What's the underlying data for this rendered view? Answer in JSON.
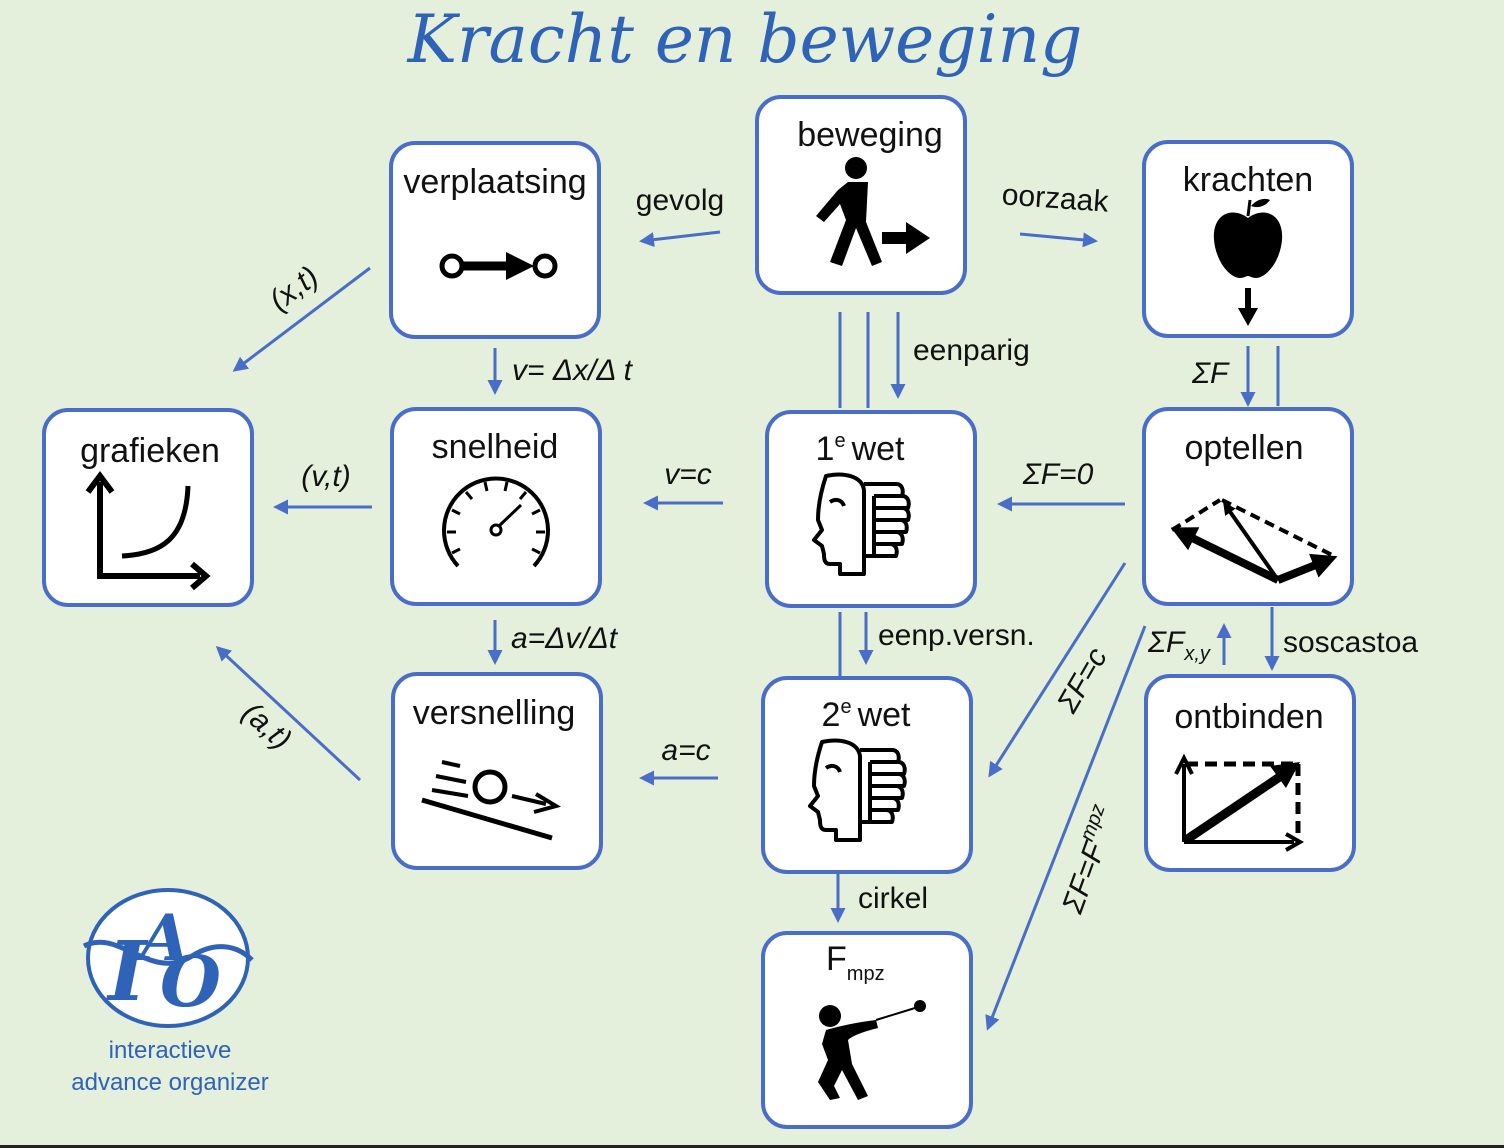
{
  "title": "Kracht en beweging",
  "boxes": {
    "beweging": "beweging",
    "verplaatsing": "verplaatsing",
    "krachten": "krachten",
    "grafieken": "grafieken",
    "snelheid": "snelheid",
    "wet1_num": "1",
    "wet1_sup": "e",
    "wet1_word": "wet",
    "optellen": "optellen",
    "versnelling": "versnelling",
    "wet2_num": "2",
    "wet2_sup": "e",
    "wet2_word": "wet",
    "ontbinden": "ontbinden",
    "fmpz_main": "F",
    "fmpz_sub": "mpz"
  },
  "edges": {
    "gevolg": "gevolg",
    "oorzaak": "oorzaak",
    "xt": "(x,t)",
    "v_formula": "v= Δx/Δ t",
    "eenparig": "eenparig",
    "sigmaF": "ΣF",
    "vt": "(v,t)",
    "v_c": "v=c",
    "sigmaF0": "ΣF=0",
    "a_formula": "a=Δv/Δt",
    "eenp_versn": "eenp.versn.",
    "sigmaFxy_main": "ΣF",
    "sigmaFxy_sub": "x,y",
    "soscastoa": "soscastoa",
    "sigmaFc": "ΣF=c",
    "at": "(a,t)",
    "a_c": "a=c",
    "cirkel": "cirkel",
    "sigmaFmpz_main": "ΣF=F",
    "sigmaFmpz_sub": "mpz"
  },
  "logo": {
    "line1": "interactieve",
    "line2": "advance organizer"
  },
  "colors": {
    "background": "#e4efdc",
    "accent": "#4a6ec8",
    "title": "#2f63b8"
  },
  "icons": {
    "beweging": "walking-person-icon",
    "verplaatsing": "displacement-arrow-icon",
    "krachten": "apple-gravity-icon",
    "grafieken": "graph-curve-icon",
    "snelheid": "speedometer-icon",
    "wet1": "newton-head-fist-icon",
    "optellen": "vector-addition-icon",
    "versnelling": "rolling-ball-slope-icon",
    "wet2": "newton-head-fist-icon",
    "ontbinden": "vector-decomposition-icon",
    "fmpz": "hammer-throw-icon"
  }
}
